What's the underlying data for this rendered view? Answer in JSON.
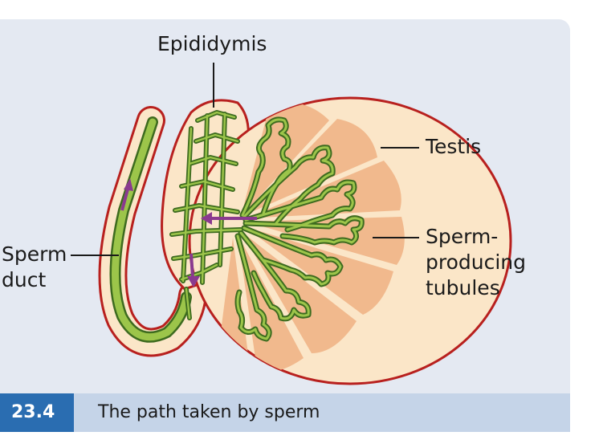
{
  "labels": {
    "epididymis": "Epididymis",
    "testis": "Testis",
    "sperm_producing_tubules": [
      "Sperm-",
      "producing",
      "tubules"
    ],
    "sperm_duct": [
      "Sperm",
      "duct"
    ]
  },
  "caption": {
    "number": "23.4",
    "text": "The path taken by sperm"
  },
  "colors": {
    "panel_bg": "#e4e9f2",
    "outline": "#b8201e",
    "testis_fill": "#fbe6c8",
    "lobule_fill": "#f1b98d",
    "tubule_stroke": "#3d6b1f",
    "tubule_fill": "#9cc54a",
    "arrow": "#8a3a8f",
    "caption_bar": "#c5d4e8",
    "caption_num_bg": "#2a6db1"
  }
}
